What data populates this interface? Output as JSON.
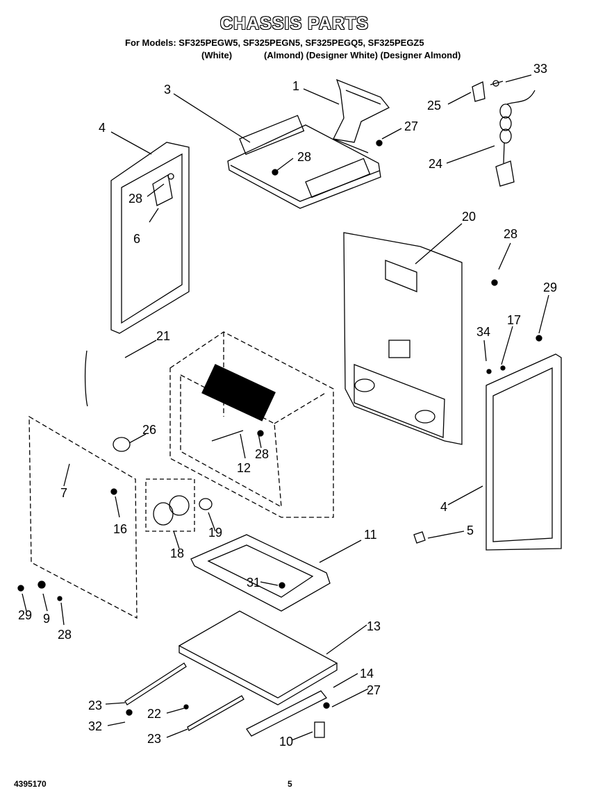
{
  "header": {
    "title": "CHASSIS PARTS",
    "models": "For Models: SF325PEGW5, SF325PEGN5, SF325PEGQ5, SF325PEGZ5",
    "variant_white": "(White)",
    "variant_others": "(Almond) (Designer White) (Designer Almond)"
  },
  "footer": {
    "doc_number": "4395170",
    "page_number": "5"
  },
  "callouts": [
    "1",
    "3",
    "4",
    "28",
    "6",
    "27",
    "28",
    "33",
    "25",
    "24",
    "20",
    "28",
    "29",
    "34",
    "17",
    "21",
    "26",
    "12",
    "28",
    "7",
    "16",
    "18",
    "19",
    "11",
    "4",
    "5",
    "31",
    "29",
    "9",
    "28",
    "13",
    "14",
    "27",
    "23",
    "22",
    "32",
    "23",
    "10"
  ]
}
